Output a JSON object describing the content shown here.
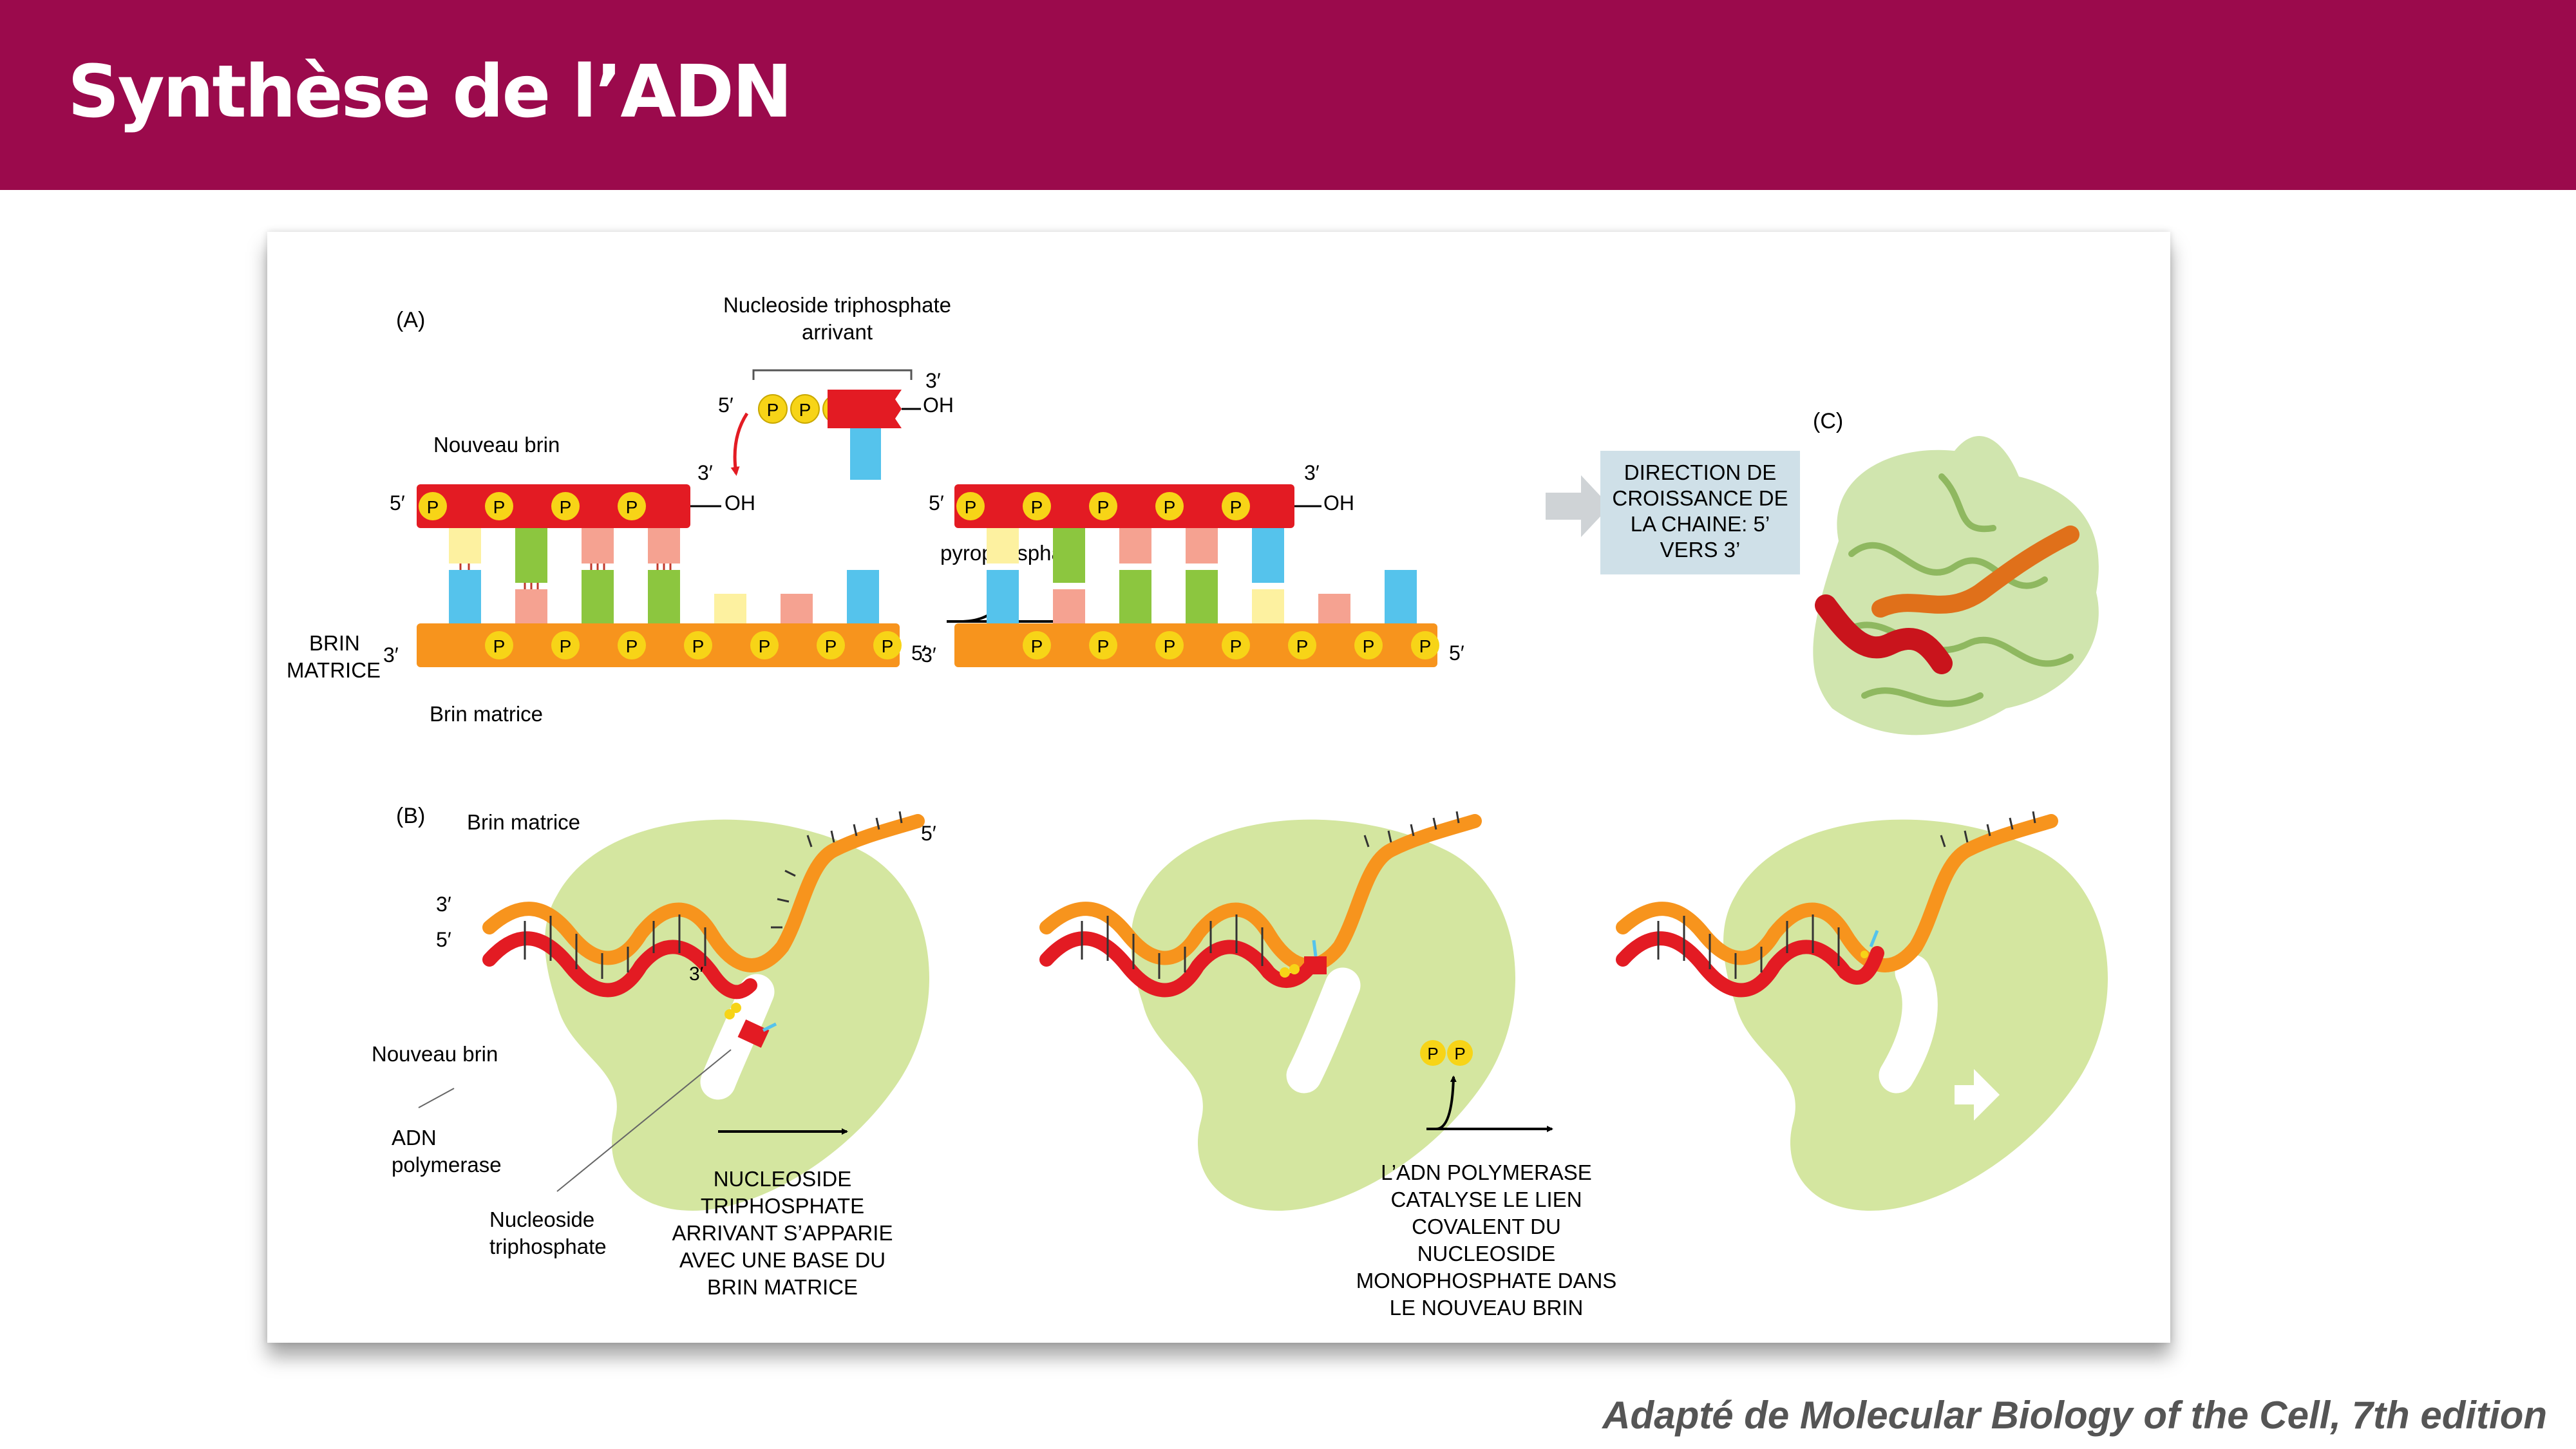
{
  "header": {
    "title": "Synthèse de l’ADN"
  },
  "credit": "Adapté de Molecular Biology of the Cell, 7th edition",
  "colors": {
    "banner": "#9b0a4c",
    "new_strand": "#e31b23",
    "template": "#f7941d",
    "phosphate": "#f7d417",
    "enzyme": "#d4e6a0",
    "arrow_box": "#cfe0e8"
  },
  "panel_a": {
    "tag": "(A)",
    "incoming_line1": "Nucleoside triphosphate",
    "incoming_line2": "arrivant",
    "new_strand_label": "Nouveau brin",
    "template_line1": "BRIN",
    "template_line2": "MATRICE",
    "template_label": "Brin matrice",
    "pyrophosphate": "pyrophosphate",
    "p": "P",
    "oh": "OH",
    "five": "5′",
    "three": "3′",
    "direction": [
      "DIRECTION DE",
      "CROISSANCE DE",
      "LA CHAINE: 5’",
      "VERS 3’"
    ]
  },
  "panel_b": {
    "tag": "(B)",
    "template_label": "Brin matrice",
    "new_strand_label": "Nouveau brin",
    "polymerase": [
      "ADN",
      "polymerase"
    ],
    "nucleoside": [
      "Nucleoside",
      "triphosphate"
    ],
    "step1": [
      "NUCLEOSIDE",
      "TRIPHOSPHATE",
      "ARRIVANT S’APPARIE",
      "AVEC UNE BASE DU",
      "BRIN MATRICE"
    ],
    "step2": [
      "L’ADN POLYMERASE",
      "CATALYSE LE LIEN",
      "COVALENT DU",
      "NUCLEOSIDE",
      "MONOPHOSPHATE DANS",
      "LE NOUVEAU BRIN"
    ]
  },
  "panel_c": {
    "tag": "(C)"
  }
}
